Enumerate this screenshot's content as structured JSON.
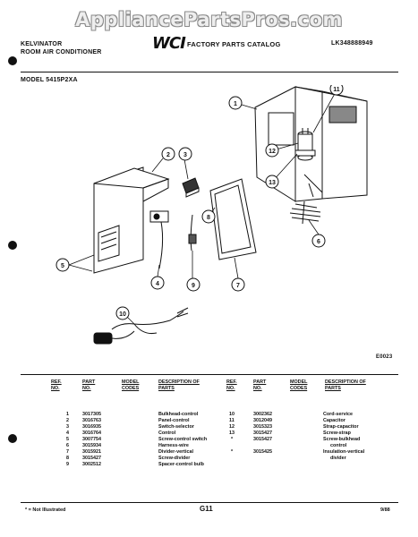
{
  "watermark": "AppliancePartsPros.com",
  "header": {
    "brand": "KELVINATOR",
    "product": "ROOM AIR CONDITIONER",
    "logo": "WCI",
    "catalog": "FACTORY PARTS CATALOG",
    "catalog_number": "LK348888949",
    "model": "MODEL 5415P2XA"
  },
  "diagram": {
    "callouts": [
      "1",
      "2",
      "3",
      "4",
      "5",
      "6",
      "7",
      "8",
      "9",
      "10",
      "11",
      "12",
      "13"
    ],
    "drawing_code": "E0023"
  },
  "table": {
    "headers": {
      "ref": "REF. NO.",
      "part": "PART NO.",
      "model": "MODEL CODES",
      "desc": "DESCRIPTION OF PARTS"
    },
    "left_rows": [
      {
        "ref": "1",
        "part": "3017305",
        "desc": "Bulkhead-control"
      },
      {
        "ref": "2",
        "part": "3016763",
        "desc": "Panel-control"
      },
      {
        "ref": "3",
        "part": "3016935",
        "desc": "Switch-selector"
      },
      {
        "ref": "4",
        "part": "3016764",
        "desc": "Control"
      },
      {
        "ref": "5",
        "part": "3007754",
        "desc": "Screw-control switch"
      },
      {
        "ref": "6",
        "part": "3015934",
        "desc": "Harness-wire"
      },
      {
        "ref": "7",
        "part": "3015921",
        "desc": "Divider-vertical"
      },
      {
        "ref": "8",
        "part": "3015427",
        "desc": "Screw-divider"
      },
      {
        "ref": "9",
        "part": "3002512",
        "desc": "Spacer-control bulb"
      }
    ],
    "right_rows": [
      {
        "ref": "10",
        "part": "3002362",
        "desc": "Cord-service"
      },
      {
        "ref": "11",
        "part": "3012049",
        "desc": "Capacitor"
      },
      {
        "ref": "12",
        "part": "3015323",
        "desc": "Strap-capacitor"
      },
      {
        "ref": "13",
        "part": "3015427",
        "desc": "Screw-strap"
      },
      {
        "ref": "*",
        "part": "3015427",
        "desc": "Screw-bulkhead"
      },
      {
        "ref": "",
        "part": "",
        "desc": "control"
      },
      {
        "ref": "*",
        "part": "3015425",
        "desc": "Insulation-vertical"
      },
      {
        "ref": "",
        "part": "",
        "desc": "divider"
      }
    ]
  },
  "footer": {
    "note": "* = Not Illustrated",
    "page": "G11",
    "date": "9/88"
  }
}
